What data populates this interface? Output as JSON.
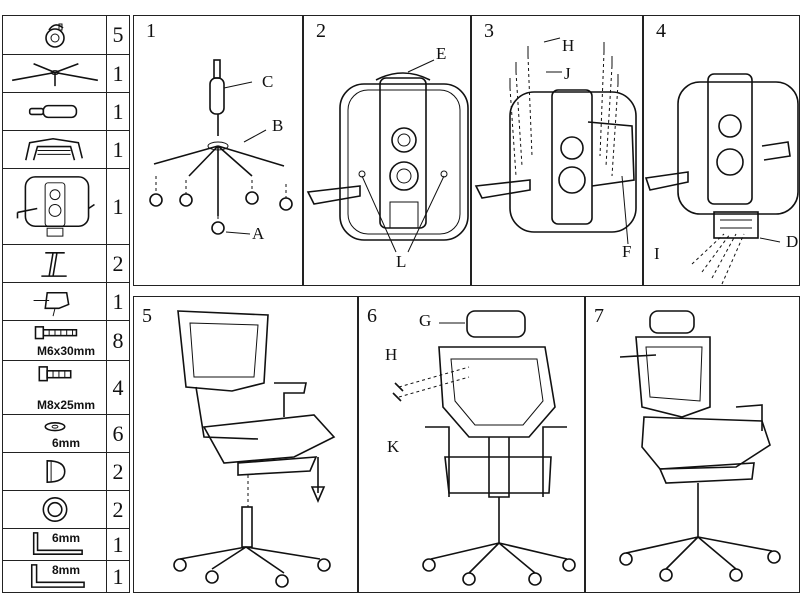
{
  "parts_list": [
    {
      "qty": "5",
      "label": "",
      "icon": "caster-wheel-icon"
    },
    {
      "qty": "1",
      "label": "",
      "icon": "five-star-base-icon"
    },
    {
      "qty": "1",
      "label": "",
      "icon": "gas-cylinder-icon"
    },
    {
      "qty": "1",
      "label": "",
      "icon": "lumbar-support-icon"
    },
    {
      "qty": "1",
      "label": "",
      "icon": "seat-mechanism-icon"
    },
    {
      "qty": "2",
      "label": "",
      "icon": "armrest-icon"
    },
    {
      "qty": "1",
      "label": "",
      "icon": "headrest-icon"
    },
    {
      "qty": "8",
      "label": "M6x30mm",
      "icon": "m6-bolt-icon"
    },
    {
      "qty": "4",
      "label": "M8x25mm",
      "icon": "m8-bolt-icon"
    },
    {
      "qty": "6",
      "label": "6mm",
      "icon": "washer-icon"
    },
    {
      "qty": "2",
      "label": "",
      "icon": "cap-icon"
    },
    {
      "qty": "2",
      "label": "",
      "icon": "ring-icon"
    },
    {
      "qty": "1",
      "label": "6mm",
      "icon": "hex-key-6mm-icon"
    },
    {
      "qty": "1",
      "label": "8mm",
      "icon": "hex-key-8mm-icon"
    }
  ],
  "steps": [
    {
      "number": "1",
      "labels": [
        "C",
        "B",
        "A"
      ]
    },
    {
      "number": "2",
      "labels": [
        "E",
        "L"
      ]
    },
    {
      "number": "3",
      "labels": [
        "H",
        "J",
        "F"
      ]
    },
    {
      "number": "4",
      "labels": [
        "I",
        "D"
      ]
    },
    {
      "number": "5",
      "labels": []
    },
    {
      "number": "6",
      "labels": [
        "G",
        "H",
        "K"
      ]
    },
    {
      "number": "7",
      "labels": []
    }
  ]
}
